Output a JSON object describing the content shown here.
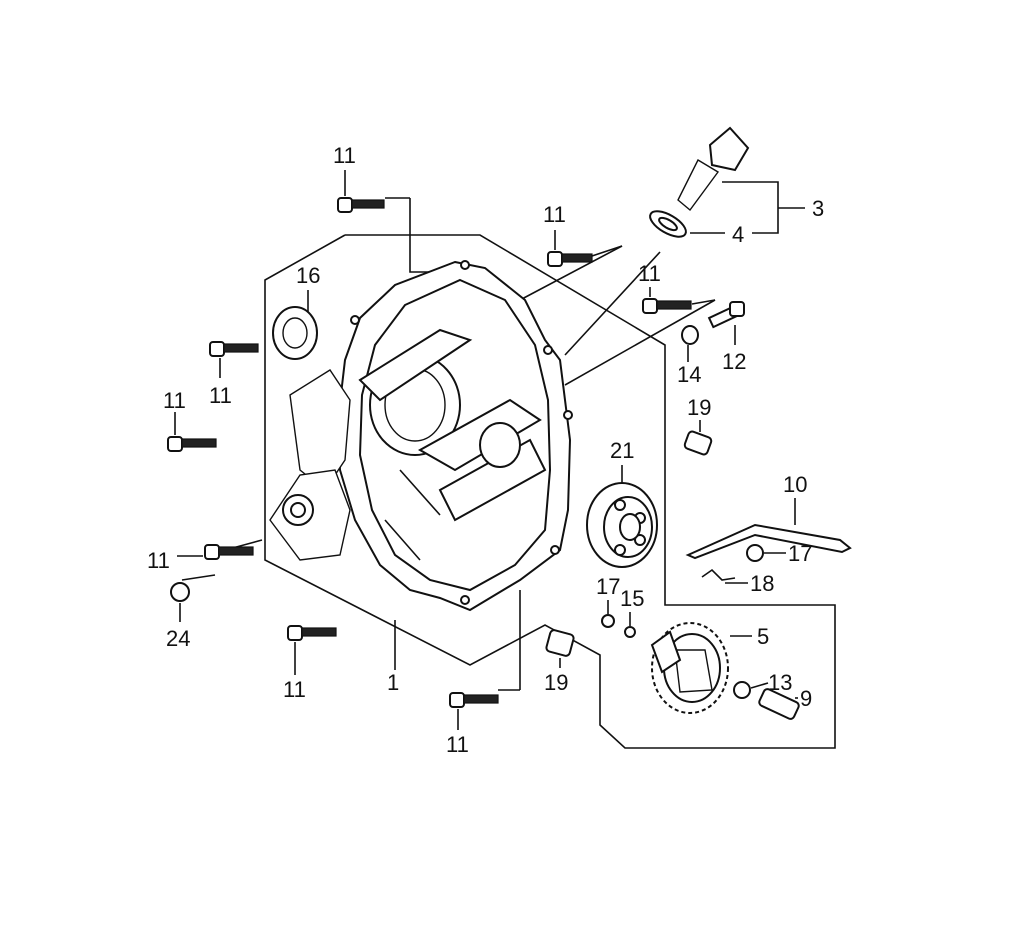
{
  "diagram": {
    "callouts": {
      "c1": "1",
      "c3": "3",
      "c4": "4",
      "c5": "5",
      "c9": "9",
      "c10": "10",
      "c11a": "11",
      "c11b": "11",
      "c11c": "11",
      "c11d": "11",
      "c11e": "11",
      "c11f": "11",
      "c11g": "11",
      "c11h": "11",
      "c12": "12",
      "c13": "13",
      "c14": "14",
      "c15": "15",
      "c16": "16",
      "c17a": "17",
      "c17b": "17",
      "c18": "18",
      "c19a": "19",
      "c19b": "19",
      "c21": "21",
      "c24": "24"
    }
  }
}
